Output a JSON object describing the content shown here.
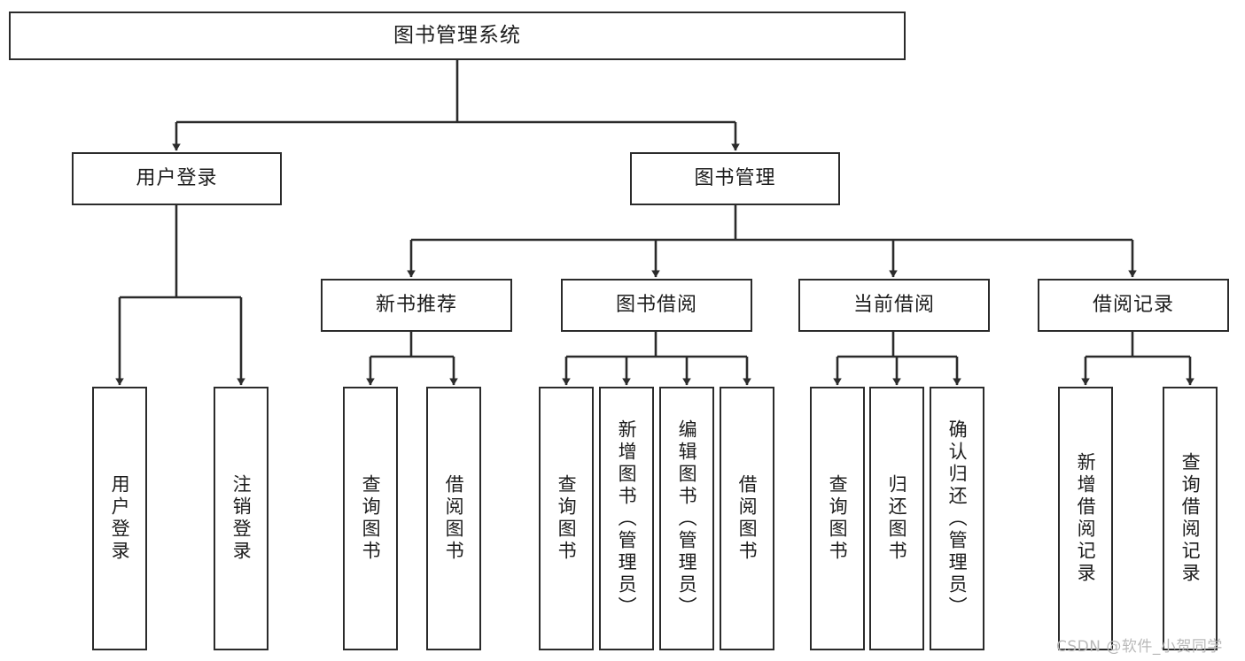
{
  "diagram": {
    "title": "图书管理系统",
    "type": "tree",
    "theme": {
      "stroke": "#2b2b2b",
      "fill": "#ffffff",
      "text": "#1c1c1c",
      "watermark_color": "#b9b9b9"
    },
    "nodes": {
      "root": {
        "label": "图书管理系统"
      },
      "level2": [
        {
          "id": "user-login",
          "label": "用户登录"
        },
        {
          "id": "book-manage",
          "label": "图书管理"
        }
      ],
      "level3": [
        {
          "id": "new-book-recommend",
          "label": "新书推荐"
        },
        {
          "id": "book-borrow",
          "label": "图书借阅"
        },
        {
          "id": "current-borrow",
          "label": "当前借阅"
        },
        {
          "id": "borrow-record",
          "label": "借阅记录"
        }
      ],
      "leaves": [
        {
          "id": "leaf-user-login",
          "label": "用户登录",
          "parent": "user-login"
        },
        {
          "id": "leaf-logout-login",
          "label": "注销登录",
          "parent": "user-login"
        },
        {
          "id": "leaf-query-book-1",
          "label": "查询图书",
          "parent": "new-book-recommend"
        },
        {
          "id": "leaf-borrow-book-1",
          "label": "借阅图书",
          "parent": "new-book-recommend"
        },
        {
          "id": "leaf-query-book-2",
          "label": "查询图书",
          "parent": "book-borrow"
        },
        {
          "id": "leaf-add-book",
          "label": "新增图书（管理员）",
          "parent": "book-borrow"
        },
        {
          "id": "leaf-edit-book",
          "label": "编辑图书（管理员）",
          "parent": "book-borrow"
        },
        {
          "id": "leaf-borrow-book-2",
          "label": "借阅图书",
          "parent": "book-borrow"
        },
        {
          "id": "leaf-query-book-3",
          "label": "查询图书",
          "parent": "current-borrow"
        },
        {
          "id": "leaf-return-book",
          "label": "归还图书",
          "parent": "current-borrow"
        },
        {
          "id": "leaf-confirm-return",
          "label": "确认归还（管理员）",
          "parent": "current-borrow"
        },
        {
          "id": "leaf-add-record",
          "label": "新增借阅记录",
          "parent": "borrow-record"
        },
        {
          "id": "leaf-query-record",
          "label": "查询借阅记录",
          "parent": "borrow-record"
        }
      ]
    },
    "watermark": "CSDN @软件_小贺同学"
  }
}
